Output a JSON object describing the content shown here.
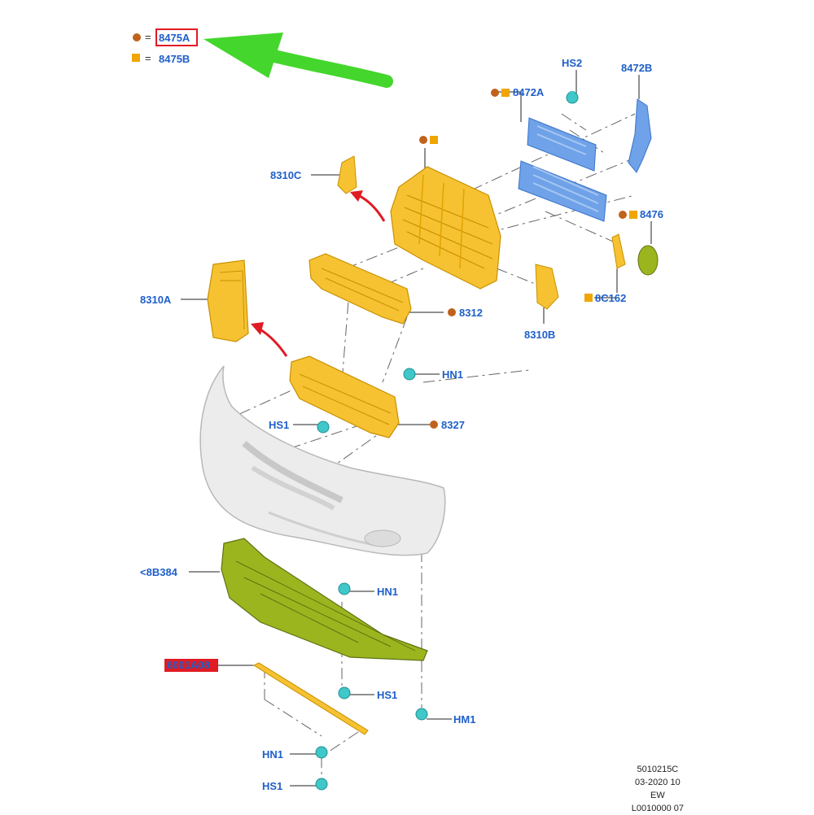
{
  "legend": [
    {
      "symbol": "circle",
      "label": "8475A"
    },
    {
      "symbol": "square",
      "label": "8475B"
    }
  ],
  "labels": {
    "part_8310c": "8310C",
    "part_8472a": "8472A",
    "part_hs2": "HS2",
    "part_8472b": "8472B",
    "part_8476": "8476",
    "part_8c162": "8C162",
    "part_8310b": "8310B",
    "part_8310a": "8310A",
    "part_8312": "8312",
    "part_hn1_top": "HN1",
    "part_hs1_top": "HS1",
    "part_8327": "8327",
    "part_8b384": "<8B384",
    "part_redacted": "6001A08",
    "part_hn1_mid": "HN1",
    "part_hs1_mid": "HS1",
    "part_hm1": "HM1",
    "part_hn1_bottom": "HN1",
    "part_hs1_bottom": "HS1"
  },
  "footer": {
    "code": "5010215C",
    "date": "03-2020 10",
    "region": "EW",
    "ref": "L0010000 07"
  },
  "colors": {
    "label_blue": "#1f5fc9",
    "legend_circle": "#c0621b",
    "legend_square": "#f0a500",
    "highlight_red": "#e01b24",
    "arrow_green": "#44d62c",
    "part_yellow": "#f6c232",
    "part_blue": "#6fa2e8",
    "part_green": "#9bb51f",
    "fastener_teal": "#3fc7c9"
  },
  "icons": {
    "legend_circle": "orange-circle-icon",
    "legend_square": "yellow-square-icon"
  }
}
